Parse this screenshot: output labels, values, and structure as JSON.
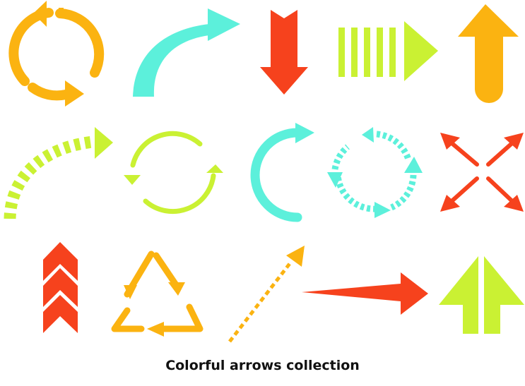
{
  "caption": "Colorful arrows collection",
  "palette": {
    "orange": "#FBB311",
    "cyan": "#5CF0DB",
    "red": "#F6421D",
    "lime": "#CAF133",
    "background": "#FFFFFF"
  },
  "arrows": [
    {
      "icon": "circular-arrows-icon",
      "color": "orange"
    },
    {
      "icon": "curved-arrow-icon",
      "color": "cyan"
    },
    {
      "icon": "down-arrow-icon",
      "color": "red"
    },
    {
      "icon": "striped-right-arrow-icon",
      "color": "lime"
    },
    {
      "icon": "up-arrow-icon",
      "color": "orange"
    },
    {
      "icon": "dashed-curved-arrow-icon",
      "color": "lime"
    },
    {
      "icon": "circular-arrows-thin-icon",
      "color": "lime"
    },
    {
      "icon": "circular-clockwise-arrow-icon",
      "color": "cyan"
    },
    {
      "icon": "dashed-circular-arrows-icon",
      "color": "cyan"
    },
    {
      "icon": "four-way-expand-arrows-icon",
      "color": "red"
    },
    {
      "icon": "chevron-up-arrows-icon",
      "color": "red"
    },
    {
      "icon": "recycle-triangle-arrows-icon",
      "color": "orange"
    },
    {
      "icon": "dotted-diagonal-arrow-icon",
      "color": "orange"
    },
    {
      "icon": "long-tapered-right-arrow-icon",
      "color": "red"
    },
    {
      "icon": "split-up-arrow-icon",
      "color": "lime"
    }
  ]
}
